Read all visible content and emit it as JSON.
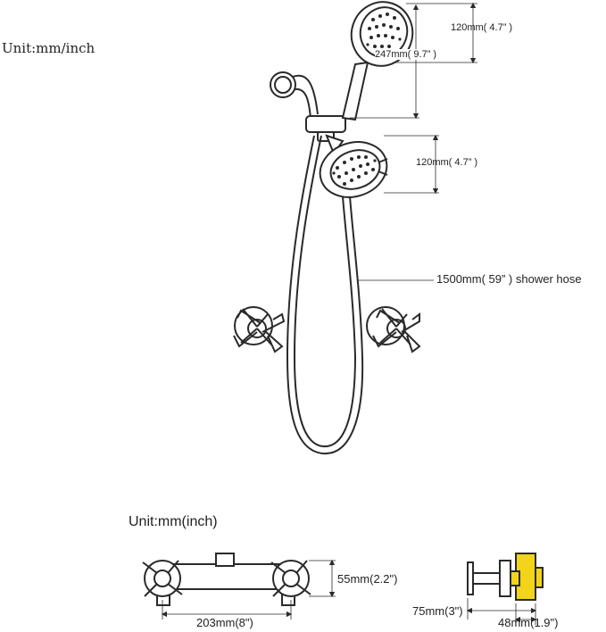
{
  "units": {
    "top_label": "Unit:mm/inch",
    "bottom_label": "Unit:mm(inch)"
  },
  "dimensions": {
    "hand_head_height": "120mm( 4.7” )",
    "hand_shower_length": "247mm( 9.7” )",
    "fixed_head_height": "120mm( 4.7” )",
    "hose_length": "1500mm(  59”  ) shower hose",
    "valve_height": "55mm(2.2\")",
    "valve_width": "203mm(8\")",
    "valve_depth": "75mm(3\")",
    "valve_body_depth": "48mm(1.9\")"
  },
  "colors": {
    "line": "#2a2a2a",
    "highlight": "#f2d41a",
    "background": "#ffffff"
  }
}
